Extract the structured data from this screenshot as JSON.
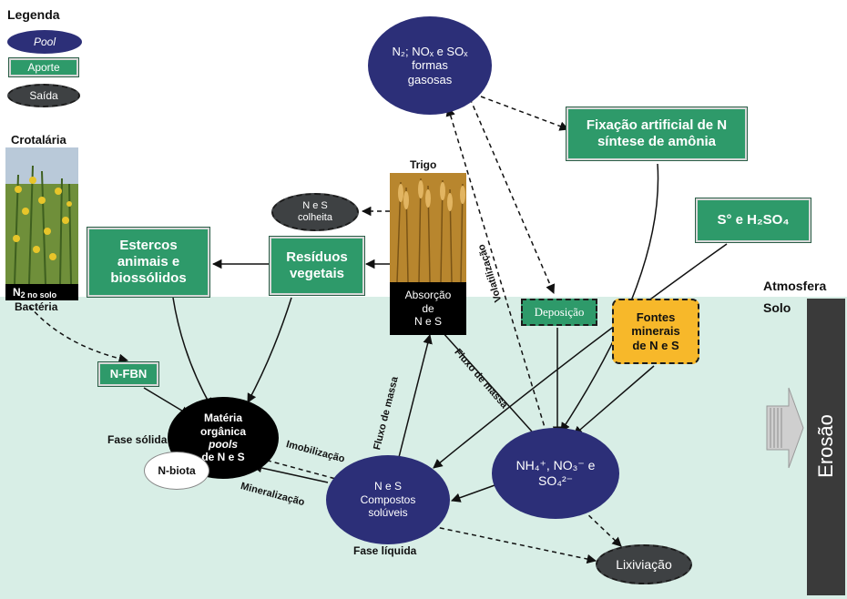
{
  "legend": {
    "title": "Legenda",
    "pool": "Pool",
    "aporte": "Aporte",
    "saida": "Saída"
  },
  "crotalaria": {
    "title": "Crotalária",
    "caption_main": "N",
    "caption_sub": "2 no solo",
    "bacteria": "Bactéria"
  },
  "nfbn": "N-FBN",
  "estercos": "Estercos animais e biossólidos",
  "residuos": "Resíduos vegetais",
  "colheita": {
    "line1": "N e S",
    "line2": "colheita"
  },
  "trigo": {
    "title": "Trigo",
    "line1": "Absorção",
    "line2": "de",
    "line3": "N e S"
  },
  "gases": {
    "line1": "N₂; NOₓ e SOₓ",
    "line2": "formas",
    "line3": "gasosas"
  },
  "fixacao": {
    "line1": "Fixação artificial de N",
    "line2": "síntese de amônia"
  },
  "s_h2so4": "S° e H₂SO₄",
  "atmosfera": "Atmosfera",
  "solo": "Solo",
  "deposicao": "Deposição",
  "fontes": {
    "line1": "Fontes",
    "line2": "minerais",
    "line3": "de N e S"
  },
  "materia": {
    "line1": "Matéria",
    "line2": "orgânica",
    "line3": "pools",
    "line4": "de N e S"
  },
  "fase_solida": "Fase sólida",
  "nbiota": "N-biota",
  "imobilizacao": "Imobilização",
  "mineralizacao": "Mineralização",
  "compostos": {
    "line1": "N e S",
    "line2": "Compostos",
    "line3": "solúveis"
  },
  "fase_liquida": "Fase líquida",
  "nh4": {
    "line1": "NH₄⁺, NO₃⁻ e",
    "line2": "SO₄²⁻"
  },
  "lixiviacao": "Lixiviação",
  "erosao": "Erosão",
  "fluxo_massa_1": "Fluxo de massa",
  "fluxo_massa_2": "Fluxo de massa",
  "volatilizacao": "Volatilização",
  "colors": {
    "pool": "#2c2f78",
    "aporte": "#2e9a6a",
    "saida": "#3e4143",
    "soil": "#d8eee6",
    "fontes": "#f7b82a"
  }
}
